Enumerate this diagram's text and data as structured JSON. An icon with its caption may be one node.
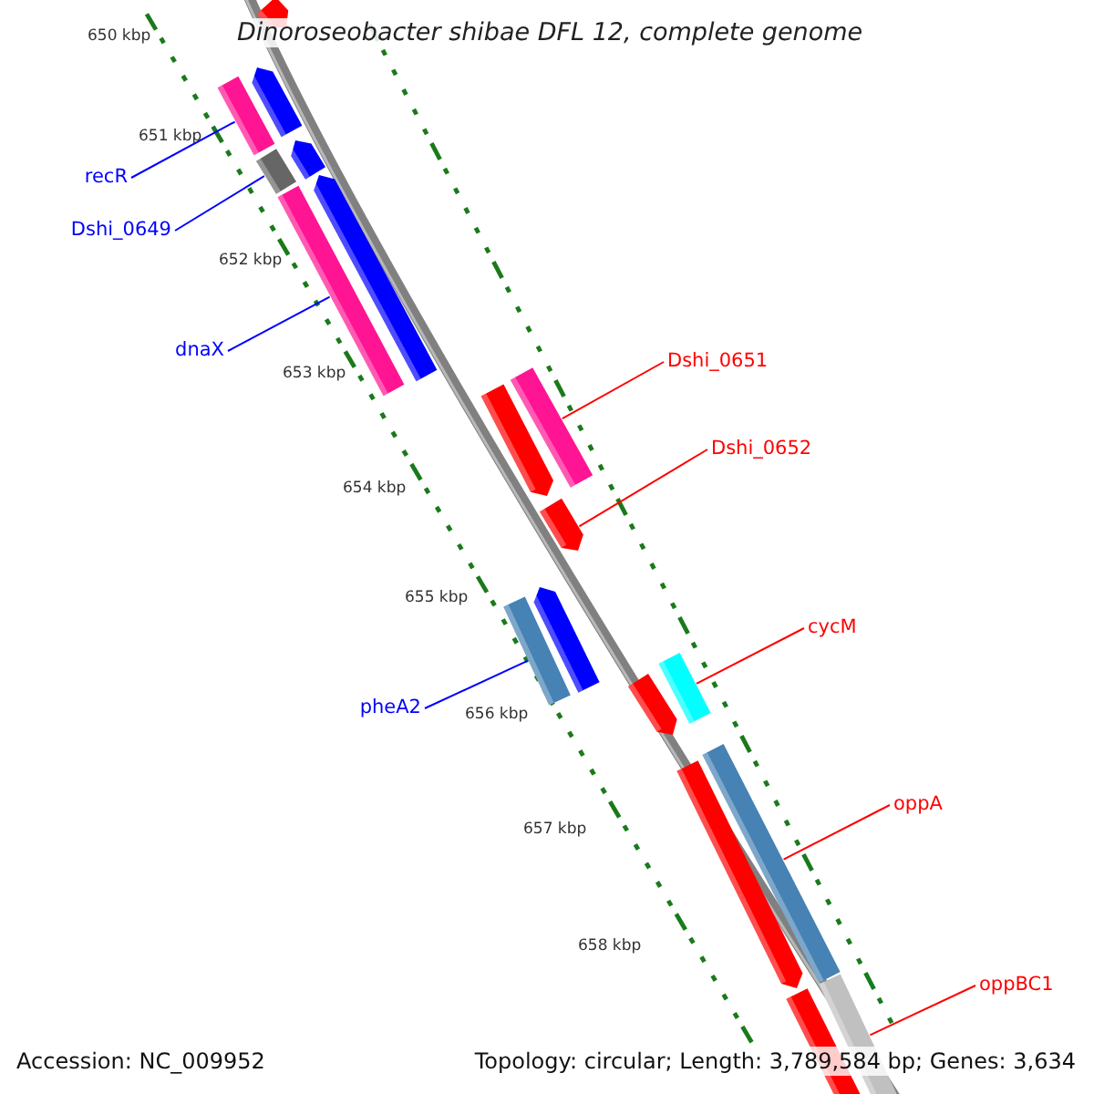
{
  "diagram": {
    "title": "Dinoroseobacter shibae DFL 12, complete genome",
    "nodes": [
      {
        "text": [
          "recR"
        ]
      },
      {
        "text": [
          "Dshi_0649"
        ]
      },
      {
        "text": [
          "dnaX"
        ]
      },
      {
        "text": [
          "Dshi_0651"
        ]
      },
      {
        "text": [
          "Dshi_0652"
        ]
      },
      {
        "text": [
          "cycM"
        ]
      },
      {
        "text": [
          "pheA2"
        ]
      },
      {
        "text": [
          "oppA"
        ]
      },
      {
        "text": [
          "oppBC1"
        ]
      },
      {
        "text": [],
        "shape": "arrow"
      },
      {
        "text": [],
        "shape": "arrow"
      },
      {
        "text": [],
        "shape": "bar"
      },
      {
        "text": [],
        "shape": "arrow"
      },
      {
        "text": [],
        "shape": "bar"
      },
      {
        "text": [],
        "shape": "arrow"
      },
      {
        "text": [],
        "shape": "bar"
      },
      {
        "text": [],
        "shape": "bar"
      },
      {
        "text": [],
        "shape": "arrow"
      },
      {
        "text": [],
        "shape": "arrow"
      },
      {
        "text": [],
        "shape": "arrow"
      },
      {
        "text": [],
        "shape": "bar"
      },
      {
        "text": [],
        "shape": "bar"
      },
      {
        "text": [],
        "shape": "arrow"
      },
      {
        "text": [],
        "shape": "bar"
      },
      {
        "text": [],
        "shape": "arrow"
      },
      {
        "text": [],
        "shape": "bar"
      },
      {
        "text": [],
        "shape": "bar"
      }
    ],
    "edges": [
      {
        "from": 0,
        "to": 11,
        "arrow": "none",
        "color": "#0000ff"
      },
      {
        "from": 1,
        "to": 13,
        "arrow": "none",
        "color": "#0000ff"
      },
      {
        "from": 2,
        "to": 15,
        "arrow": "none",
        "color": "#0000ff"
      },
      {
        "from": 3,
        "to": 16,
        "arrow": "none",
        "color": "#ff0000"
      },
      {
        "from": 4,
        "to": 18,
        "arrow": "none",
        "color": "#ff0000"
      },
      {
        "from": 5,
        "to": 21,
        "arrow": "none",
        "color": "#ff0000"
      },
      {
        "from": 6,
        "to": 20,
        "arrow": "none",
        "color": "#0000ff"
      },
      {
        "from": 7,
        "to": 23,
        "arrow": "none",
        "color": "#ff0000"
      },
      {
        "from": 8,
        "to": 25,
        "arrow": "none",
        "color": "#ff0000"
      }
    ],
    "labels": [
      "650 kbp",
      "651 kbp",
      "652 kbp",
      "653 kbp",
      "654 kbp",
      "655 kbp",
      "656 kbp",
      "657 kbp",
      "658 kbp",
      "Accession: NC_009952",
      "Topology: circular; Length: 3,789,584 bp; Genes: 3,634"
    ]
  }
}
